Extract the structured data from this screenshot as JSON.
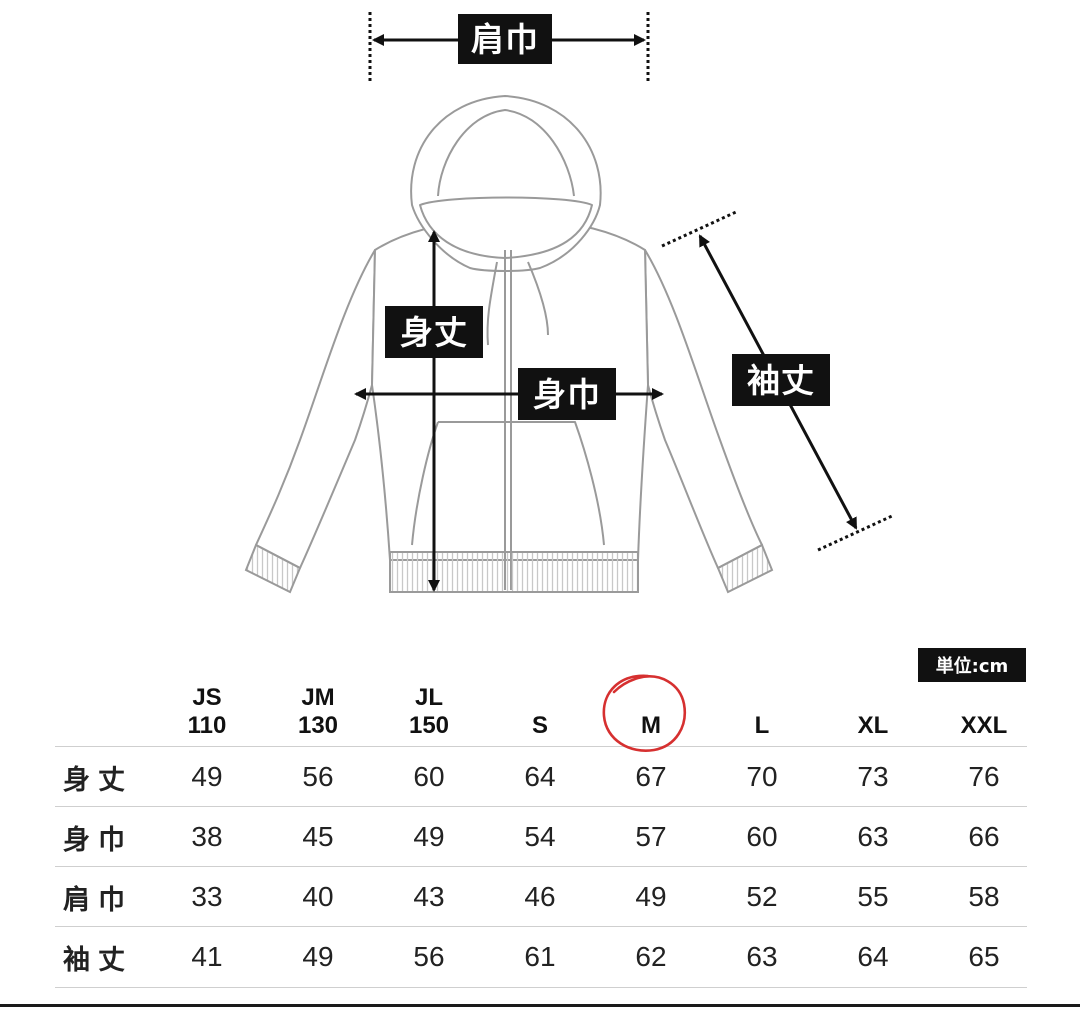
{
  "labels": {
    "shoulder": "肩巾",
    "length": "身丈",
    "chest": "身巾",
    "sleeve": "袖丈"
  },
  "unit": "単位:cm",
  "sizes": [
    {
      "l1": "JS",
      "l2": "110"
    },
    {
      "l1": "JM",
      "l2": "130"
    },
    {
      "l1": "JL",
      "l2": "150"
    },
    {
      "l1": "",
      "l2": "S"
    },
    {
      "l1": "",
      "l2": "M"
    },
    {
      "l1": "",
      "l2": "L"
    },
    {
      "l1": "",
      "l2": "XL"
    },
    {
      "l1": "",
      "l2": "XXL"
    }
  ],
  "highlighted_size": "M",
  "highlight_color": "#d63030",
  "rows": [
    {
      "label": "身丈",
      "values": [
        "49",
        "56",
        "60",
        "64",
        "67",
        "70",
        "73",
        "76"
      ]
    },
    {
      "label": "身巾",
      "values": [
        "38",
        "45",
        "49",
        "54",
        "57",
        "60",
        "63",
        "66"
      ]
    },
    {
      "label": "肩巾",
      "values": [
        "33",
        "40",
        "43",
        "46",
        "49",
        "52",
        "55",
        "58"
      ]
    },
    {
      "label": "袖丈",
      "values": [
        "41",
        "49",
        "56",
        "61",
        "62",
        "63",
        "64",
        "65"
      ]
    }
  ]
}
